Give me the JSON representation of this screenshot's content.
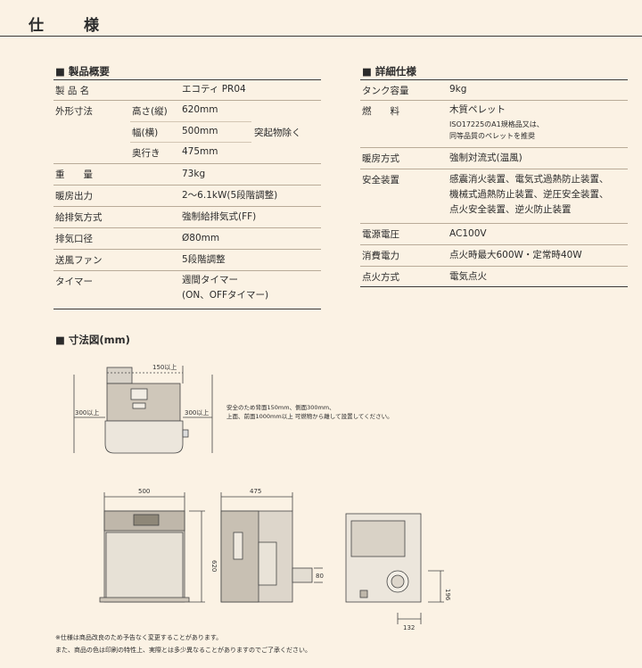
{
  "title": "仕　様",
  "overview": {
    "heading": "■ 製品概要",
    "product_name_label": "製 品 名",
    "product_name": "エコティ PR04",
    "dimensions_label": "外形寸法",
    "height_label": "高さ(縦)",
    "height_value": "620mm",
    "width_label": "幅(横)",
    "width_value": "500mm",
    "depth_label": "奥行き",
    "depth_value": "475mm",
    "dimensions_note": "突起物除く",
    "weight_label": "重　　量",
    "weight_value": "73kg",
    "heating_output_label": "暖房出力",
    "heating_output_value": "2～6.1kW(5段階調整)",
    "exhaust_method_label": "給排気方式",
    "exhaust_method_value": "強制給排気式(FF)",
    "exhaust_diameter_label": "排気口径",
    "exhaust_diameter_value": "Ø80mm",
    "fan_label": "送風ファン",
    "fan_value": "5段階調整",
    "timer_label": "タイマー",
    "timer_value_1": "週間タイマー",
    "timer_value_2": "(ON、OFFタイマー)"
  },
  "details": {
    "heading": "■ 詳細仕様",
    "tank_label": "タンク容量",
    "tank_value": "9kg",
    "fuel_label": "燃　　料",
    "fuel_value": "木質ペレット",
    "fuel_note_1": "ISO17225のA1規格品又は、",
    "fuel_note_2": "同等品質のペレットを推奨",
    "heating_method_label": "暖房方式",
    "heating_method_value": "強制対流式(温風)",
    "safety_label": "安全装置",
    "safety_value_1": "感震消火装置、電気式過熱防止装置、",
    "safety_value_2": "機械式過熱防止装置、逆圧安全装置、",
    "safety_value_3": "点火安全装置、逆火防止装置",
    "voltage_label": "電源電圧",
    "voltage_value": "AC100V",
    "power_label": "消費電力",
    "power_value": "点火時最大600W・定常時40W",
    "ignition_label": "点火方式",
    "ignition_value": "電気点火"
  },
  "drawing": {
    "heading": "■ 寸法図(mm)",
    "clearance_back": "150以上",
    "clearance_left": "300以上",
    "clearance_right": "300以上",
    "safety_note_1": "安全のため背面150mm、側面300mm、",
    "safety_note_2": "上面、前面1000mm以上 可燃物から離して設置してください。",
    "width_dim": "500",
    "depth_dim": "475",
    "height_dim": "620",
    "pipe_dim": "80",
    "pipe_height_dim": "196",
    "pipe_offset_dim": "132"
  },
  "footnotes": {
    "line_1": "※仕様は商品改良のため予告なく変更することがあります。",
    "line_2": "また、商品の色は印刷の特性上、実際とは多少異なることがありますのでご了承ください。"
  }
}
